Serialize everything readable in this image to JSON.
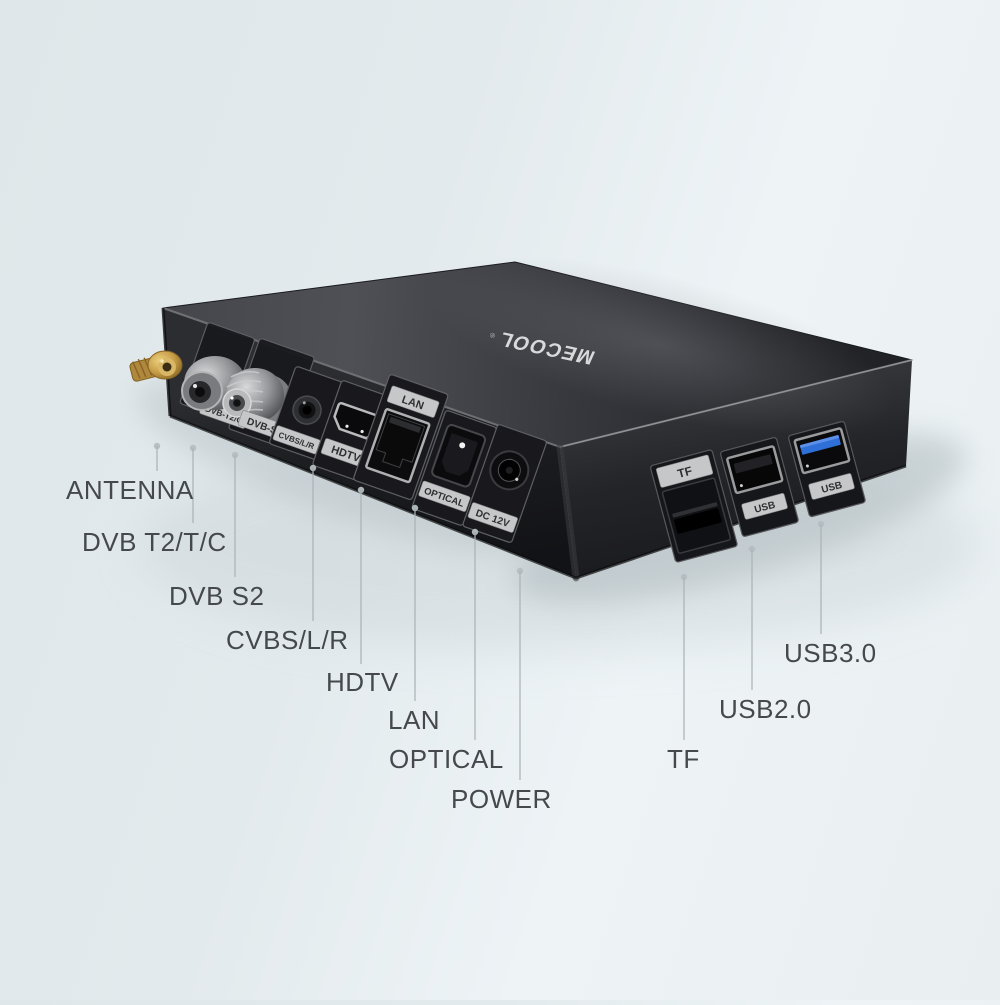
{
  "device": {
    "brand": "MECOOL",
    "reg_mark": "®",
    "rear_ports": {
      "dvb_t2": "DVB-T2/C",
      "dvb_s2": "DVB-S2",
      "cvbs": "CVBS/L/R",
      "hdmi": "HDTV",
      "lan": "LAN",
      "optical": "OPTICAL",
      "dc": "DC 12V"
    },
    "side_ports": {
      "tf": "TF",
      "usb2": "USB",
      "usb3": "USB"
    }
  },
  "callouts": [
    {
      "label": "ANTENNA"
    },
    {
      "label": "DVB T2/T/C"
    },
    {
      "label": "DVB S2"
    },
    {
      "label": "CVBS/L/R"
    },
    {
      "label": "HDTV"
    },
    {
      "label": "LAN"
    },
    {
      "label": "OPTICAL"
    },
    {
      "label": "POWER"
    },
    {
      "label": "TF"
    },
    {
      "label": "USB2.0"
    },
    {
      "label": "USB3.0"
    }
  ],
  "colors": {
    "background": "#e3eaed",
    "background_light_band": "#f2f6f8",
    "device_body": "#2b2c30",
    "callout_text": "#46494c",
    "callout_line": "#aab3b6",
    "port_plate_bg": "#c6c7c8",
    "port_plate_text": "#2e2f32",
    "usb3_blue": "#2f6fd8",
    "antenna_gold": "#c59b45"
  }
}
